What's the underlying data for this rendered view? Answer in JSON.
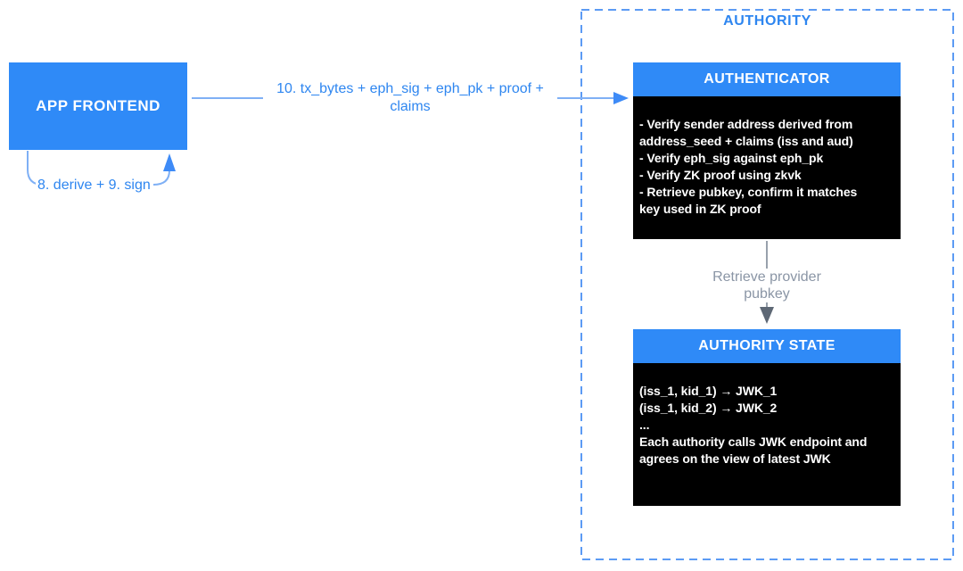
{
  "diagram": {
    "background": "#FFFFFF",
    "authority_container": {
      "label": "AUTHORITY"
    },
    "nodes": {
      "app_frontend": {
        "label": "APP FRONTEND"
      },
      "authenticator": {
        "title": "AUTHENTICATOR",
        "body_lines": [
          "- Verify sender address derived from",
          "address_seed + claims (iss and aud)",
          "- Verify eph_sig against eph_pk",
          "- Verify ZK proof using zkvk",
          "- Retrieve pubkey, confirm it matches",
          "key used in ZK proof"
        ]
      },
      "authority_state": {
        "title": "AUTHORITY STATE",
        "body_lines": [
          "(iss_1, kid_1) → JWK_1",
          "(iss_1, kid_2) → JWK_2",
          "...",
          "Each authority calls JWK endpoint and",
          "agrees on the view of latest JWK"
        ]
      }
    },
    "edges": {
      "app_to_authenticator": {
        "label_lines": [
          "10. tx_bytes + eph_sig + eph_pk + proof +",
          "claims"
        ]
      },
      "app_self_loop": {
        "label": "8. derive + 9. sign"
      },
      "authenticator_to_authority_state": {
        "label_lines": [
          "Retrieve provider",
          "pubkey"
        ]
      }
    },
    "colors": {
      "node_blue": "#2F8AF7",
      "label_blue": "#2E86F0",
      "dashed_border_blue": "#5C9BF4",
      "connector_blue": "#7FB0F5",
      "arrowhead_blue": "#3E8BF7",
      "gray_label": "#8A95A5",
      "gray_connector": "#98A1AC",
      "gray_arrowhead": "#5E6875",
      "node_body_bg": "#000000",
      "node_text": "#FFFFFF"
    }
  }
}
